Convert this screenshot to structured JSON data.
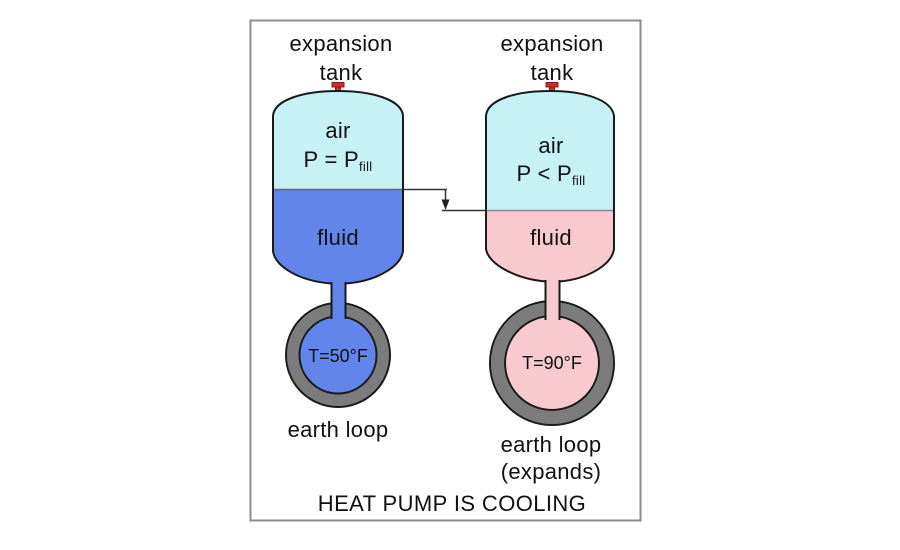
{
  "colors": {
    "air": "#c6f1f5",
    "fluid_cool": "#6285ec",
    "fluid_warm": "#f8c9cf",
    "ring_gray": "#7c7c7c",
    "caption_blue": "#1c1cb0",
    "valve_red": "#cf2b2b",
    "panel_border": "#8c8c8c"
  },
  "left_tank": {
    "title_line1": "expansion",
    "title_line2": "tank",
    "air_label": "air",
    "pressure_main": "P = P",
    "pressure_sub": "fill",
    "fluid_label": "fluid",
    "loop_temp": "T=50°F",
    "loop_caption_line1": "earth loop"
  },
  "right_tank": {
    "title_line1": "expansion",
    "title_line2": "tank",
    "air_label": "air",
    "pressure_main": "P < P",
    "pressure_sub": "fill",
    "fluid_label": "fluid",
    "loop_temp": "T=90°F",
    "loop_caption_line1": "earth loop",
    "loop_caption_line2": "(expands)"
  },
  "caption": "HEAT PUMP IS COOLING"
}
